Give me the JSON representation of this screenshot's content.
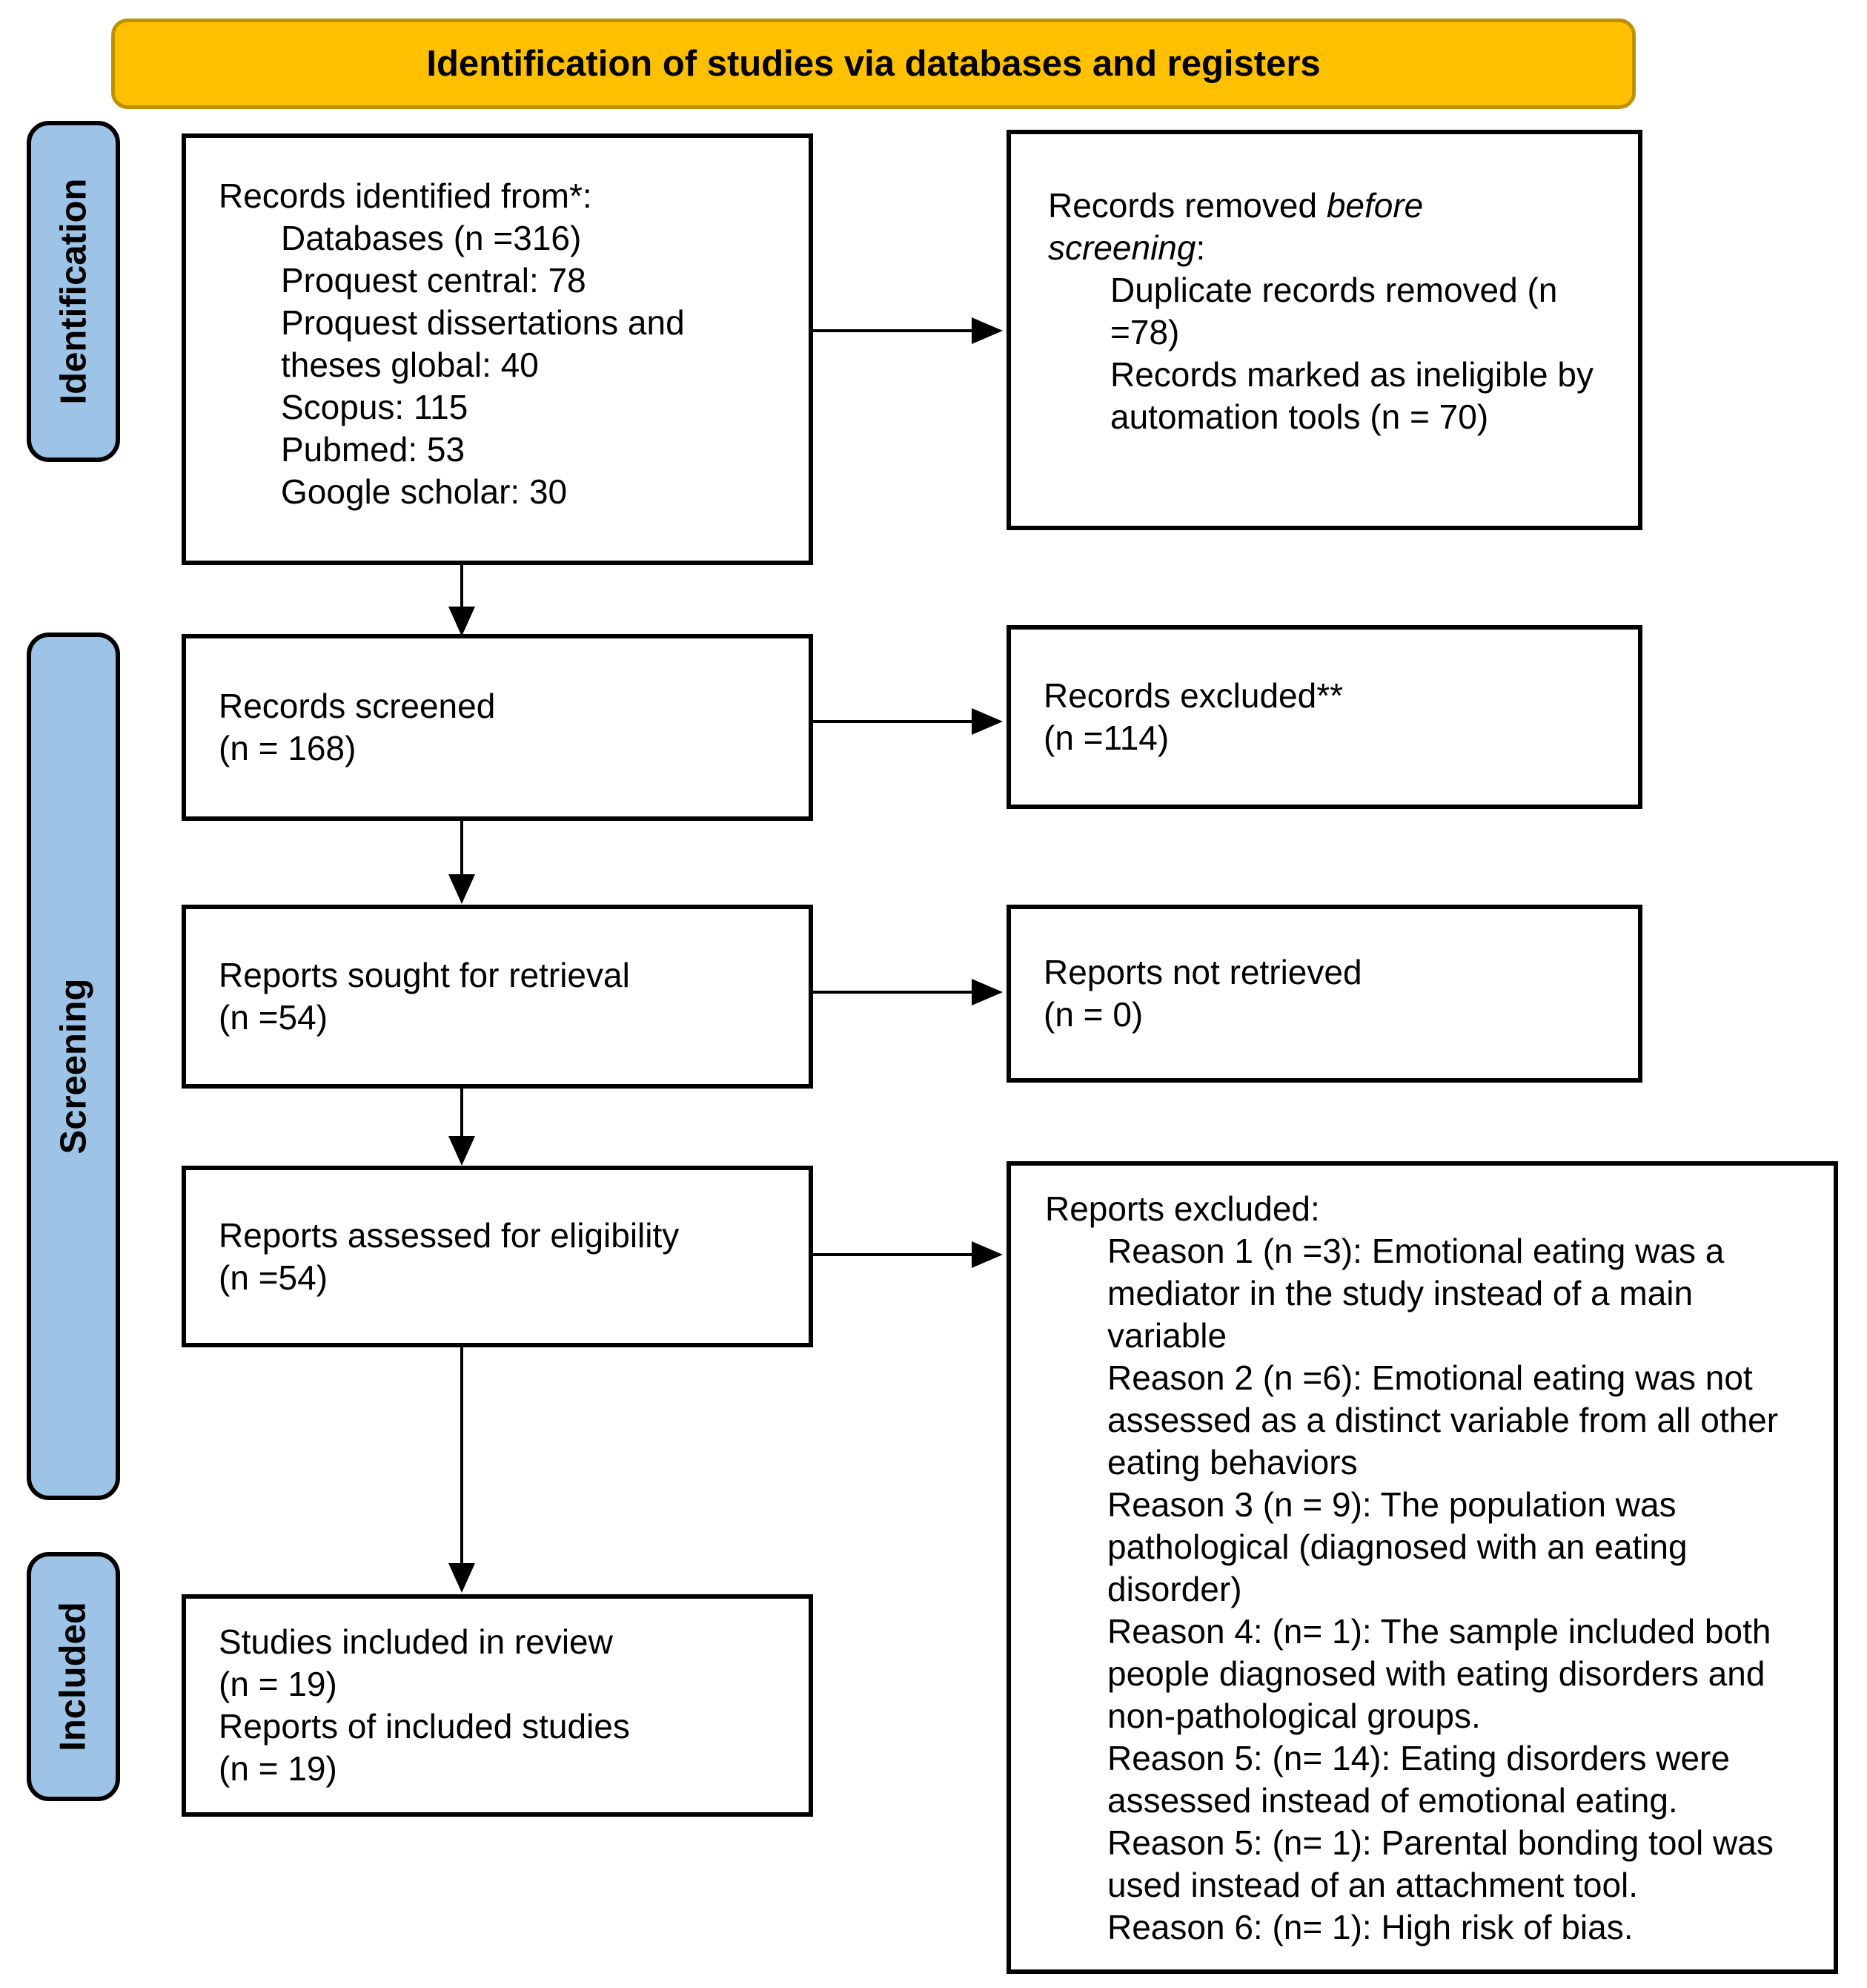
{
  "header": {
    "title": "Identification of studies via databases and registers"
  },
  "sidebar": {
    "identification": "Identification",
    "screening": "Screening",
    "included": "Included"
  },
  "boxes": {
    "records_identified": {
      "title": "Records identified from*:",
      "items": [
        "Databases (n =316)",
        "Proquest central: 78",
        "Proquest dissertations and theses global: 40",
        "Scopus: 115",
        "Pubmed: 53",
        "Google scholar: 30"
      ]
    },
    "records_removed": {
      "title_prefix": "Records removed ",
      "title_italic": "before screening",
      "title_suffix": ":",
      "items": [
        "Duplicate records removed (n =78)",
        "Records marked as ineligible by automation tools (n = 70)"
      ]
    },
    "records_screened": {
      "line1": "Records screened",
      "line2": "(n = 168)"
    },
    "records_excluded": {
      "line1": "Records excluded**",
      "line2": "(n =114)"
    },
    "reports_sought": {
      "line1": "Reports sought for retrieval",
      "line2": "(n =54)"
    },
    "reports_not_retrieved": {
      "line1": "Reports not retrieved",
      "line2": "(n = 0)"
    },
    "reports_assessed": {
      "line1": "Reports assessed for eligibility",
      "line2": "(n =54)"
    },
    "reports_excluded": {
      "title": "Reports excluded:",
      "reasons": [
        "Reason 1 (n =3): Emotional eating was a mediator in the study instead of a main variable",
        "Reason 2 (n =6): Emotional eating was not assessed as a distinct variable from all other eating behaviors",
        "Reason 3 (n = 9): The population was pathological (diagnosed with an eating disorder)",
        "Reason 4: (n= 1): The sample included both people diagnosed with eating disorders and non-pathological groups.",
        "Reason 5: (n= 14): Eating disorders were assessed instead of emotional eating.",
        "Reason 5: (n= 1): Parental bonding tool was used instead of an attachment tool.",
        "Reason 6: (n= 1): High risk of bias."
      ]
    },
    "studies_included": {
      "line1": "Studies included in review",
      "line2": "(n = 19)",
      "line3": "Reports of included studies",
      "line4": "(n = 19)"
    }
  },
  "colors": {
    "banner_fill": "#FFC000",
    "banner_border": "#BF9000",
    "stage_fill": "#9DC3E6",
    "box_border": "#000000",
    "text": "#000000"
  }
}
